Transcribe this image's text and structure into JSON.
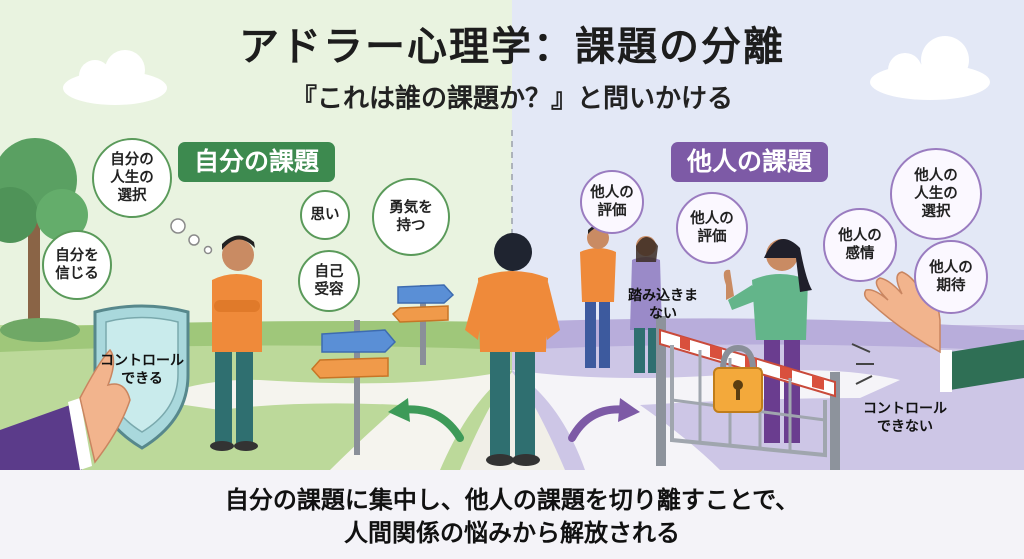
{
  "header": {
    "title": "アドラー心理学：課題の分離",
    "subtitle": "『これは誰の課題か？』と問いかける"
  },
  "left": {
    "tag": "自分の課題",
    "bubbles": [
      "自分の\n人生の\n選択",
      "自分を\n信じる",
      "思い",
      "勇気を\n持つ",
      "自己\n受容"
    ],
    "shield_text": "コントロール\nできる"
  },
  "right": {
    "tag": "他人の課題",
    "bubbles": [
      "他人の\n評価",
      "他人の\n評価",
      "他人の\n感情",
      "他人の\n人生の\n選択",
      "他人の\n期待"
    ],
    "barrier_text": "踏み込きま\nない",
    "control_text": "コントロール\nできない"
  },
  "footer": {
    "line1": "自分の課題に集中し、他人の課題を切り離すことで、",
    "line2": "人間関係の悩みから解放される"
  },
  "colors": {
    "self_green": "#3d8a4f",
    "other_purple": "#7d5aa6",
    "left_bg": "#e9f3e0",
    "right_bg": "#e3e7f5"
  },
  "icons": [
    "tree-icon",
    "cloud-icon",
    "shield-icon",
    "signpost-icon",
    "padlock-icon",
    "stop-hand-icon",
    "sparkle-icon"
  ]
}
